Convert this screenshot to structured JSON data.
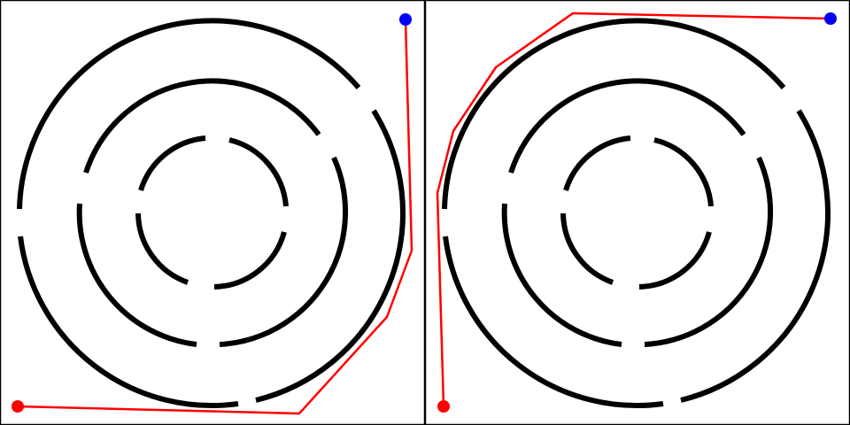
{
  "colors": {
    "background": "#ffffff",
    "frame": "#000000",
    "wall": "#000000",
    "path": "#ff0000",
    "start_marker": "#ff0000",
    "goal_marker": "#0000ff"
  },
  "panels": [
    {
      "id": "left",
      "path_direction": "clockwise-around-right-side"
    },
    {
      "id": "right",
      "path_direction": "counterclockwise-around-left-side"
    }
  ]
}
